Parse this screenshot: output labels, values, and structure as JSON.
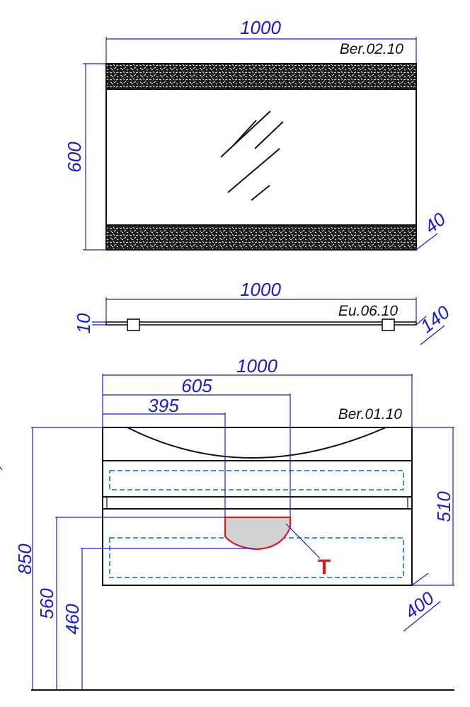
{
  "colors": {
    "dimension": "#1a1ad6",
    "outline": "#111111",
    "drawer_dash": "#3a8ee6",
    "siphon_fill": "#d2d2d2",
    "siphon_stroke": "#e01b1b",
    "marker": "#e01b1b",
    "pattern_band": "#1c1c1c"
  },
  "mirror": {
    "model": "Ber.02.10",
    "width": "1000",
    "height": "600",
    "depth": "40"
  },
  "shelf": {
    "model": "Eu.06.10",
    "width": "1000",
    "thickness": "10",
    "depth": "140"
  },
  "cabinet": {
    "model": "Ber.01.10",
    "width": "1000",
    "offset_605": "605",
    "offset_395": "395",
    "height": "510",
    "depth": "400",
    "floor_height_850": "850",
    "floor_height_560": "560",
    "floor_height_460": "460",
    "siphon_marker": "T"
  }
}
